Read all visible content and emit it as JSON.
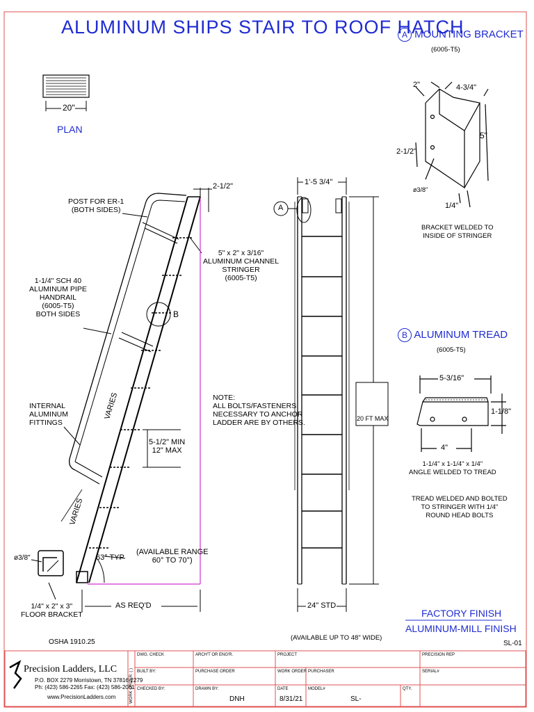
{
  "title": "ALUMINUM SHIPS STAIR TO ROOF HATCH",
  "plan": {
    "label": "PLAN",
    "dim": "20\""
  },
  "side": {
    "post": "POST FOR ER-1\n(BOTH SIDES)",
    "handrail": "1-1/4\" SCH 40\nALUMINUM PIPE\nHANDRAIL\n(6005-T5)\nBOTH SIDES",
    "channel": "5\" x 2\" x 3/16\"\nALUMINUM CHANNEL\nSTRINGER\n(6005-T5)",
    "fittings": "INTERNAL\nALUMINUM\nFITTINGS",
    "top_dim": "2-1/2\"",
    "varies1": "VARIES",
    "varies2": "VARIES",
    "rise": "5-1/2\" MIN\n12\" MAX",
    "angle": "63° TYP",
    "range": "(AVAILABLE RANGE\n60° TO 70°)",
    "bolt": "ø3/8\"",
    "floor_bracket": "1/4\" x 2\" x 3\"\nFLOOR BRACKET",
    "as_req": "AS REQ'D",
    "osha": "OSHA 1910.25",
    "callout_b": "B"
  },
  "front": {
    "width_top": "1'-5 3/4\"",
    "callout_a": "A",
    "max_height": "20 FT MAX",
    "width_std": "24\" STD",
    "avail": "(AVAILABLE UP TO 48\" WIDE)"
  },
  "note": "NOTE:\nALL BOLTS/FASTENERS\nNECESSARY TO ANCHOR\nLADDER ARE BY OTHERS.",
  "bracket": {
    "letter": "A",
    "title": "MOUNTING BRACKET",
    "alloy": "(6005-T5)",
    "d1": "2\"",
    "d2": "4-3/4\"",
    "d3": "5\"",
    "d4": "2-1/2\"",
    "d5": "ø3/8\"",
    "d6": "1/4\"",
    "note": "BRACKET WELDED TO\nINSIDE OF STRINGER"
  },
  "tread": {
    "letter": "B",
    "title": "ALUMINUM TREAD",
    "alloy": "(6005-T5)",
    "d1": "5-3/16\"",
    "d2": "1-1/8\"",
    "d3": "4\"",
    "angle_note": "1-1/4\" x 1-1/4\" x 1/4\"\nANGLE WELDED TO TREAD",
    "weld_note": "TREAD WELDED AND BOLTED\nTO STRINGER WITH 1/4\"\nROUND HEAD BOLTS"
  },
  "finish": {
    "line1": "FACTORY FINISH",
    "line2": "ALUMINUM-MILL FINISH"
  },
  "sheet_no": "SL-01",
  "title_block": {
    "company": "Precision Ladders, LLC",
    "address": "P.O. BOX 2279 Morristown, TN 37816-2279",
    "phone": "Ph: (423) 586-2265 Fax: (423) 586-2061",
    "web": "www.PrecisionLadders.com",
    "work_order_vertical": "WORK ORDER: ( )",
    "dwg_check": "DWG. CHECK",
    "built_by": "BUILT BY:",
    "checked_by": "CHECKED BY:",
    "archt": "ARCH'T OR ENG'R.",
    "purchase_order": "PURCHASE ORDER",
    "drawn_by": "DRAWN BY:",
    "drawn_by_val": "DNH",
    "project": "PROJECT",
    "work_order": "WORK ORDER",
    "purchaser": "PURCHASER",
    "date": "DATE",
    "date_val": "8/31/21",
    "model": "MODEL#",
    "model_val": "SL-",
    "qty": "QTY.",
    "precision_rep": "PRECISION REP",
    "serial": "SERIAL#"
  },
  "colors": {
    "border": "#e05050",
    "title": "#1f2bd1",
    "magenta": "#d030d0"
  }
}
